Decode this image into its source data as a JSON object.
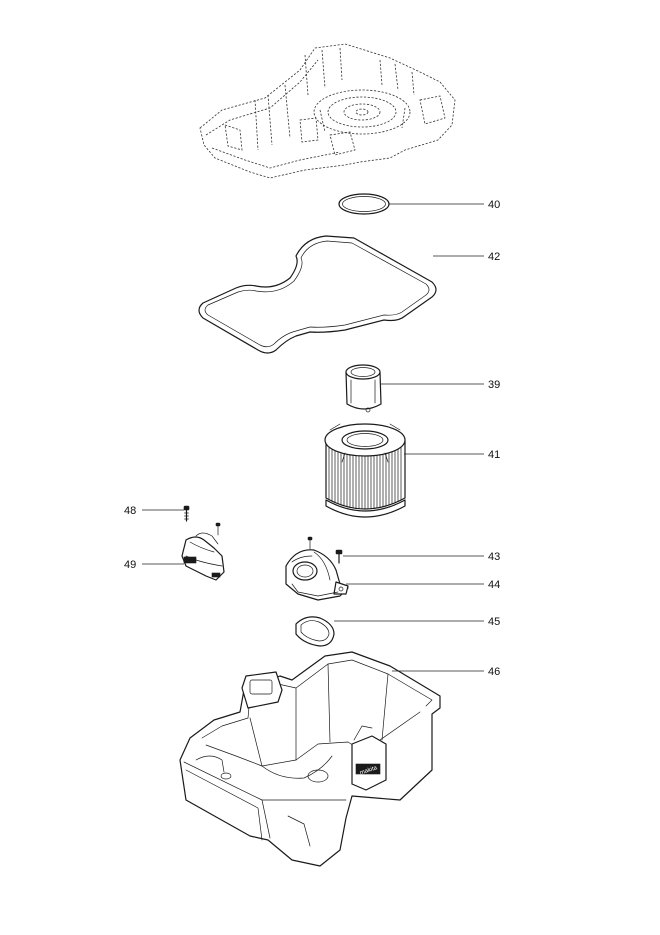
{
  "colors": {
    "ink": "#1a1a1a",
    "background": "#ffffff"
  },
  "callouts": {
    "p40": "40",
    "p42": "42",
    "p39": "39",
    "p41": "41",
    "p48": "48",
    "p49": "49",
    "p43": "43",
    "p44": "44",
    "p45": "45",
    "p46": "46"
  },
  "parts": [
    {
      "id": "cover",
      "icon": "dashed-head-cover"
    },
    {
      "id": "40",
      "icon": "o-ring"
    },
    {
      "id": "42",
      "icon": "lid-gasket"
    },
    {
      "id": "39",
      "icon": "filter-cap"
    },
    {
      "id": "41",
      "icon": "cartridge-filter"
    },
    {
      "id": "48",
      "icon": "screw"
    },
    {
      "id": "49",
      "icon": "bracket"
    },
    {
      "id": "43",
      "icon": "screw"
    },
    {
      "id": "44",
      "icon": "inlet-housing"
    },
    {
      "id": "45",
      "icon": "seal-ring"
    },
    {
      "id": "46",
      "icon": "tank"
    }
  ],
  "tank_badge": "makita"
}
